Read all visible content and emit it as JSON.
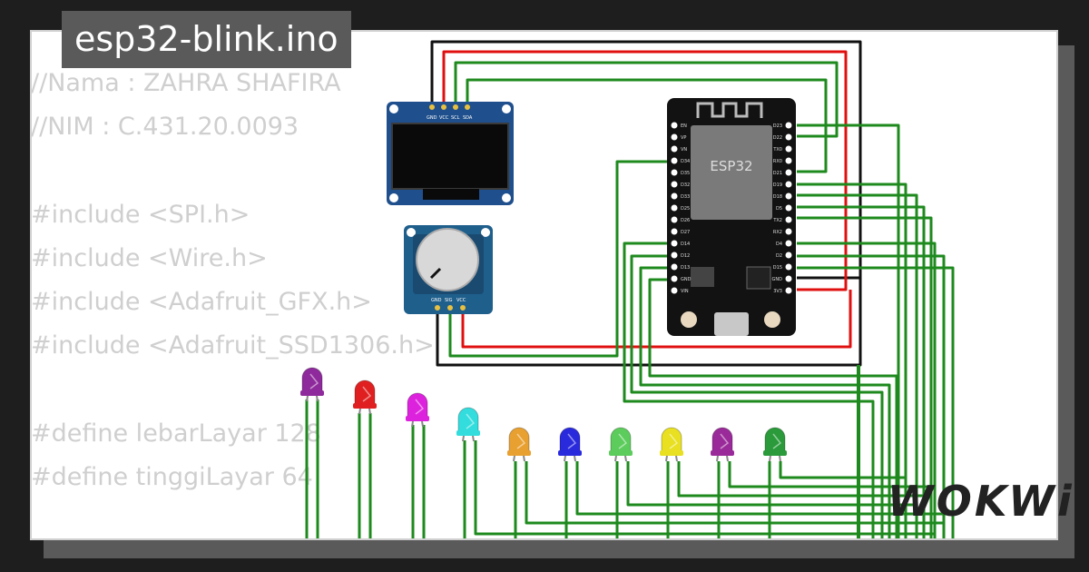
{
  "title": "esp32-blink.ino",
  "code_lines": [
    "//Nama : ZAHRA SHAFIRA",
    "//NIM : C.431.20.0093",
    "",
    "#include <SPI.h>",
    "#include <Wire.h>",
    "#include <Adafruit_GFX.h>",
    "#include <Adafruit_SSD1306.h>",
    "",
    "#define lebarLayar 128",
    "#define tinggiLayar 64"
  ],
  "oled": {
    "pins": [
      "GND",
      "VCC",
      "SCL",
      "SDA"
    ]
  },
  "potentiometer": {
    "pins": [
      "GND",
      "SIG",
      "VCC"
    ]
  },
  "esp32": {
    "label": "ESP32",
    "left_pins": [
      "EN",
      "VP",
      "VN",
      "D34",
      "D35",
      "D32",
      "D33",
      "D25",
      "D26",
      "D27",
      "D14",
      "D12",
      "D13",
      "GND",
      "VIN"
    ],
    "right_pins": [
      "D23",
      "D22",
      "TX0",
      "RX0",
      "D21",
      "D19",
      "D18",
      "D5",
      "TX2",
      "RX2",
      "D4",
      "D2",
      "D15",
      "GND",
      "3V3"
    ]
  },
  "leds": [
    {
      "color": "#8e2a9c"
    },
    {
      "color": "#e02020"
    },
    {
      "color": "#dd22dd"
    },
    {
      "color": "#33dddd"
    },
    {
      "color": "#e8a030"
    },
    {
      "color": "#2a2add"
    },
    {
      "color": "#5ccc5c"
    },
    {
      "color": "#e8e020"
    },
    {
      "color": "#9a2a9a"
    },
    {
      "color": "#2a9a3a"
    }
  ],
  "brand": "WOKWi",
  "wire_colors": {
    "green": "#1e8a1e",
    "red": "#e01010",
    "black": "#111111"
  }
}
